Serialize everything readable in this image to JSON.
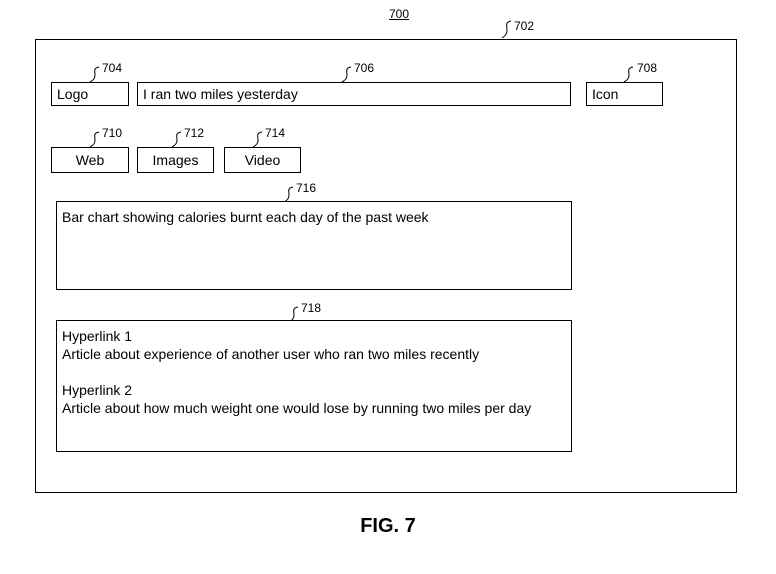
{
  "figure": {
    "number": "700",
    "caption": "FIG. 7"
  },
  "refs": {
    "window": "702",
    "logo": "704",
    "search": "706",
    "icon": "708",
    "web": "710",
    "images": "712",
    "video": "714",
    "chart_panel": "716",
    "links_panel": "718"
  },
  "header": {
    "logo_label": "Logo",
    "search_value": "I ran two miles yesterday",
    "icon_label": "Icon"
  },
  "tabs": [
    {
      "label": "Web"
    },
    {
      "label": "Images"
    },
    {
      "label": "Video"
    }
  ],
  "chart_panel": {
    "text": "Bar chart showing calories burnt each day of the past week"
  },
  "results": [
    {
      "link": "Hyperlink 1",
      "description": "Article about experience of another user who ran two miles recently"
    },
    {
      "link": "Hyperlink 2",
      "description": "Article about how much weight one would lose by running two miles per day"
    }
  ]
}
